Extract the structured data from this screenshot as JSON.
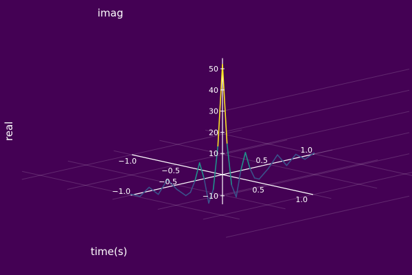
{
  "chart_data": {
    "type": "line",
    "projection": "3d",
    "xlabel": "time(s)",
    "ylabel": "real",
    "zlabel": "imag",
    "z_ticks": [
      "−10",
      "10",
      "20",
      "30",
      "40",
      "50"
    ],
    "x_tick_labels_left": [
      "−1.0",
      "−0.5"
    ],
    "x_tick_labels_right": [
      "0.5",
      "1.0"
    ],
    "y_tick_labels_left": [
      "−1.0",
      "−0.5"
    ],
    "y_tick_labels_right": [
      "0.5",
      "1.0"
    ],
    "xlim": [
      -1,
      1
    ],
    "ylim": [
      -1,
      1
    ],
    "zlim": [
      -15,
      55
    ],
    "grid": true,
    "background": "#440154",
    "colormap": [
      "#440154",
      "#3b528b",
      "#21918c",
      "#5ec962",
      "#fde725"
    ],
    "series": [
      {
        "x": [
          -1.0,
          -0.9,
          -0.8,
          -0.7,
          -0.6,
          -0.5,
          -0.45,
          -0.4,
          -0.35,
          -0.3,
          -0.25,
          -0.2,
          -0.15,
          -0.1,
          -0.05,
          0.0,
          0.05,
          0.1,
          0.15,
          0.2,
          0.25,
          0.3,
          0.35,
          0.4,
          0.45,
          0.5,
          0.6,
          0.7,
          0.8,
          0.9,
          1.0
        ],
        "z": [
          0.5,
          -1.5,
          1.8,
          -2.5,
          3.5,
          -2,
          -4,
          -6,
          -5,
          0,
          8,
          0,
          -12,
          -6,
          14,
          52,
          14,
          -6,
          -12,
          0,
          8,
          0,
          -5,
          -6,
          -4,
          -2,
          3.5,
          -2.5,
          1.8,
          -1.5,
          0.5
        ]
      }
    ]
  }
}
